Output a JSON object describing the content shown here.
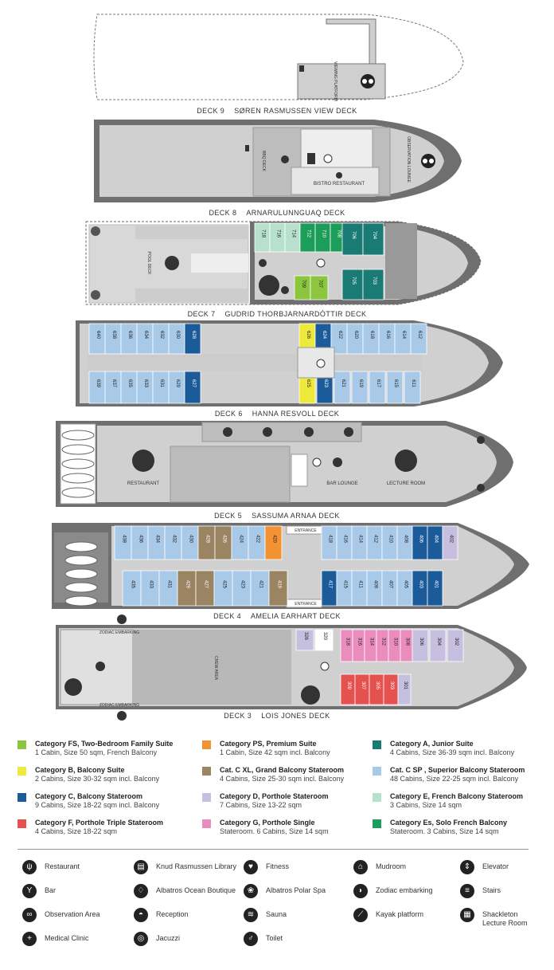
{
  "decks": [
    {
      "number": "DECK 9",
      "name": "SØREN RASMUSSEN VIEW DECK"
    },
    {
      "number": "DECK 8",
      "name": "ARNARULUNNGUAQ DECK"
    },
    {
      "number": "DECK 7",
      "name": "GUDRID THORBJARNARDÓTTIR DECK"
    },
    {
      "number": "DECK 6",
      "name": "HANNA  RESVOLL DECK"
    },
    {
      "number": "DECK 5",
      "name": "SASSUMA ARNAA  DECK"
    },
    {
      "number": "DECK 4",
      "name": "AMELIA EARHART DECK"
    },
    {
      "number": "DECK 3",
      "name": "LOIS JONES DECK"
    }
  ],
  "areas": {
    "viewing_platform": "VIEWING PLATFORM",
    "bbq_deck": "BBQ DECK",
    "observation_lounge": "OBSERVATION LOUNGE",
    "bistro_restaurant": "BISTRO RESTAURANT",
    "pool_deck": "POOL DECK",
    "restaurant": "RESTAURANT",
    "bar_lounge": "BAR LOUNGE",
    "lecture_room": "LECTURE ROOM",
    "entrance": "ENTRANCE",
    "zodiac_embarking": "ZODIAC EMBARKING",
    "crew_area": "CREW AREA"
  },
  "colors": {
    "FS": "#8cc63f",
    "PS": "#f39233",
    "A": "#1a7a74",
    "B": "#eeea3c",
    "CXL": "#9a8462",
    "CSP": "#a9c9e8",
    "C": "#1b5b9a",
    "D": "#c6bfdf",
    "E": "#b8e0cf",
    "F": "#e4514f",
    "G": "#ea8cbd",
    "Es": "#1c9d59",
    "deck": "#d0d0d0",
    "hull": "#6f6f6f",
    "white": "#ffffff"
  },
  "cabins": {
    "d7": [
      {
        "n": "718",
        "c": "E"
      },
      {
        "n": "716",
        "c": "E"
      },
      {
        "n": "714",
        "c": "E"
      },
      {
        "n": "712",
        "c": "Es"
      },
      {
        "n": "710",
        "c": "Es"
      },
      {
        "n": "708",
        "c": "Es"
      },
      {
        "n": "706",
        "c": "A"
      },
      {
        "n": "704",
        "c": "A"
      },
      {
        "n": "709",
        "c": "FS"
      },
      {
        "n": "707",
        "c": "FS"
      },
      {
        "n": "705",
        "c": "A"
      },
      {
        "n": "703",
        "c": "A"
      }
    ],
    "d6_top": [
      "640",
      "638",
      "636",
      "634",
      "632",
      "630",
      "628",
      "626",
      "624",
      "622",
      "620",
      "618",
      "616",
      "614",
      "612"
    ],
    "d6_bot": [
      "639",
      "637",
      "635",
      "633",
      "631",
      "629",
      "627",
      "625",
      "623",
      "621",
      "619",
      "617",
      "615",
      "611"
    ],
    "d6_col": {
      "628": "C",
      "627": "C",
      "624": "C",
      "623": "C",
      "626": "B",
      "625": "B"
    },
    "d4_top": [
      "438",
      "436",
      "434",
      "432",
      "430",
      "428",
      "426",
      "424",
      "422",
      "420",
      "418",
      "416",
      "414",
      "412",
      "410",
      "408",
      "406",
      "404",
      "402"
    ],
    "d4_bot": [
      "435",
      "433",
      "431",
      "429",
      "427",
      "425",
      "423",
      "421",
      "419",
      "417",
      "415",
      "411",
      "409",
      "407",
      "405",
      "403",
      "401"
    ],
    "d4_col": {
      "428": "CXL",
      "426": "CXL",
      "429": "CXL",
      "427": "CXL",
      "419": "CXL",
      "420": "PS",
      "406": "C",
      "404": "C",
      "417": "C",
      "403": "C",
      "401": "C",
      "402": "D"
    },
    "d3_top": [
      {
        "n": "326",
        "c": "D"
      },
      {
        "n": "320",
        "c": "white"
      },
      {
        "n": "318",
        "c": "G"
      },
      {
        "n": "316",
        "c": "G"
      },
      {
        "n": "314",
        "c": "G"
      },
      {
        "n": "312",
        "c": "G"
      },
      {
        "n": "310",
        "c": "G"
      },
      {
        "n": "308",
        "c": "G"
      },
      {
        "n": "306",
        "c": "D"
      },
      {
        "n": "304",
        "c": "D"
      },
      {
        "n": "302",
        "c": "D"
      }
    ],
    "d3_bot": [
      {
        "n": "309",
        "c": "F"
      },
      {
        "n": "307",
        "c": "F"
      },
      {
        "n": "305",
        "c": "F"
      },
      {
        "n": "303",
        "c": "F"
      },
      {
        "n": "301",
        "c": "D"
      }
    ]
  },
  "legend": [
    {
      "key": "FS",
      "title": "Category FS, Two-Bedroom Family Suite",
      "desc": "1 Cabin, Size 50 sqm, French Balcony"
    },
    {
      "key": "PS",
      "title": "Category PS, Premium Suite",
      "desc": "1 Cabin, Size 42 sqm incl. Balcony"
    },
    {
      "key": "A",
      "title": "Category A, Junior Suite",
      "desc": "4 Cabins, Size 36-39 sqm incl. Balcony"
    },
    {
      "key": "B",
      "title": "Category B, Balcony Suite",
      "desc": "2 Cabins, Size 30-32 sqm incl. Balcony"
    },
    {
      "key": "CXL",
      "title": "Cat. C XL, Grand Balcony Stateroom",
      "desc": "4 Cabins, Size 25-30 sqm incl. Balcony"
    },
    {
      "key": "CSP",
      "title": "Cat. C SP , Superior Balcony Stateroom",
      "desc": "48 Cabins, Size 22-25 sqm incl. Balcony"
    },
    {
      "key": "C",
      "title": "Category C, Balcony Stateroom",
      "desc": "9 Cabins, Size 18-22 sqm incl. Balcony"
    },
    {
      "key": "D",
      "title": "Category D, Porthole Stateroom",
      "desc": "7 Cabins, Size 13-22 sqm"
    },
    {
      "key": "E",
      "title": "Category E, French Balcony Stateroom",
      "desc": "3 Cabins, Size 14 sqm"
    },
    {
      "key": "F",
      "title": "Category F, Porthole Triple Stateroom",
      "desc": "4 Cabins, Size 18-22 sqm"
    },
    {
      "key": "G",
      "title": "Category G, Porthole Single",
      "desc": "Stateroom. 6 Cabins, Size 14 sqm"
    },
    {
      "key": "Es",
      "title": "Category Es, Solo French Balcony",
      "desc": "Stateroom. 3 Cabins, Size 14 sqm"
    }
  ],
  "icon_key": [
    {
      "icon": "restaurant-icon",
      "glyph": "ψ",
      "label": "Restaurant"
    },
    {
      "icon": "library-icon",
      "glyph": "▤",
      "label": "Knud Rasmussen Library"
    },
    {
      "icon": "fitness-icon",
      "glyph": "♥",
      "label": "Fitness"
    },
    {
      "icon": "mudroom-icon",
      "glyph": "⌂",
      "label": "Mudroom"
    },
    {
      "icon": "elevator-icon",
      "glyph": "⇕",
      "label": "Elevator"
    },
    {
      "icon": "bar-icon",
      "glyph": "Y",
      "label": "Bar"
    },
    {
      "icon": "boutique-icon",
      "glyph": "♢",
      "label": "Albatros Ocean Boutique"
    },
    {
      "icon": "spa-icon",
      "glyph": "❀",
      "label": "Albatros Polar Spa"
    },
    {
      "icon": "zodiac-icon",
      "glyph": "◗",
      "label": "Zodiac embarking"
    },
    {
      "icon": "stairs-icon",
      "glyph": "≡",
      "label": "Stairs"
    },
    {
      "icon": "observation-icon",
      "glyph": "∞",
      "label": "Observation Area"
    },
    {
      "icon": "reception-icon",
      "glyph": "◓",
      "label": "Reception"
    },
    {
      "icon": "sauna-icon",
      "glyph": "≋",
      "label": "Sauna"
    },
    {
      "icon": "kayak-icon",
      "glyph": "⟋",
      "label": "Kayak platform"
    },
    {
      "icon": "lecture-icon",
      "glyph": "▦",
      "label": "Shackleton Lecture Room"
    },
    {
      "icon": "medical-icon",
      "glyph": "+",
      "label": "Medical Clinic"
    },
    {
      "icon": "jacuzzi-icon",
      "glyph": "◎",
      "label": "Jacuzzi"
    },
    {
      "icon": "toilet-icon",
      "glyph": "♂",
      "label": "Toilet"
    }
  ]
}
